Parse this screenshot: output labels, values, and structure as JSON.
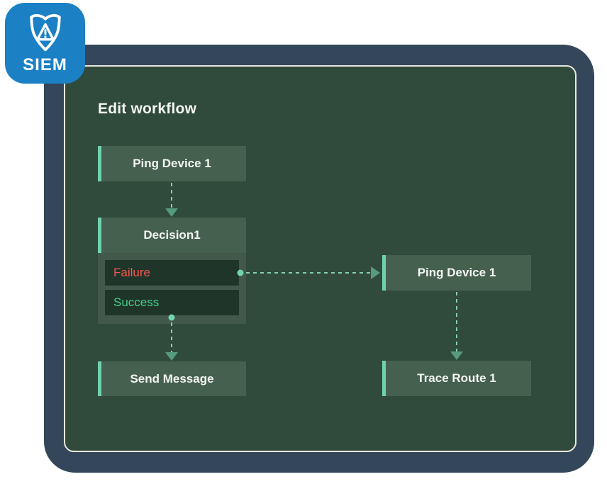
{
  "badge": {
    "label": "SIEM",
    "icon": "shield-warning-icon"
  },
  "window": {
    "title": "Edit workflow"
  },
  "workflow": {
    "nodes": [
      {
        "id": "ping-device-1",
        "label": "Ping Device 1"
      },
      {
        "id": "decision-1",
        "label": "Decision1",
        "branches": [
          {
            "label": "Failure",
            "color": "#f2574f"
          },
          {
            "label": "Success",
            "color": "#46cc8d"
          }
        ]
      },
      {
        "id": "send-message",
        "label": "Send Message"
      },
      {
        "id": "ping-device-1-b",
        "label": "Ping Device 1"
      },
      {
        "id": "trace-route-1",
        "label": "Trace Route 1"
      }
    ],
    "connections": [
      {
        "from": "ping-device-1",
        "to": "decision-1",
        "style": "dashed-arrow"
      },
      {
        "from": "decision-1:Failure",
        "to": "ping-device-1-b",
        "style": "dot-dashed-arrow"
      },
      {
        "from": "decision-1:Success",
        "to": "send-message",
        "style": "dot-dashed-arrow"
      },
      {
        "from": "ping-device-1-b",
        "to": "trace-route-1",
        "style": "dashed-arrow"
      }
    ]
  },
  "colors": {
    "badge-blue": "#1b80c4",
    "card-slate": "#33465a",
    "panel-green": "#304a3b",
    "panel-border": "#e9e7dd",
    "node-green": "#46604f",
    "node-wrapper": "#41584a",
    "branch-row-bg": "#203529",
    "accent-mint": "#70d1b0",
    "dash-mint": "#85cfb1",
    "arrow-teal": "#579b7f",
    "dot-mint": "#6fd6af",
    "failure-red": "#f2574f",
    "success-green": "#46cc8d",
    "text-light": "#f3f6f3"
  }
}
